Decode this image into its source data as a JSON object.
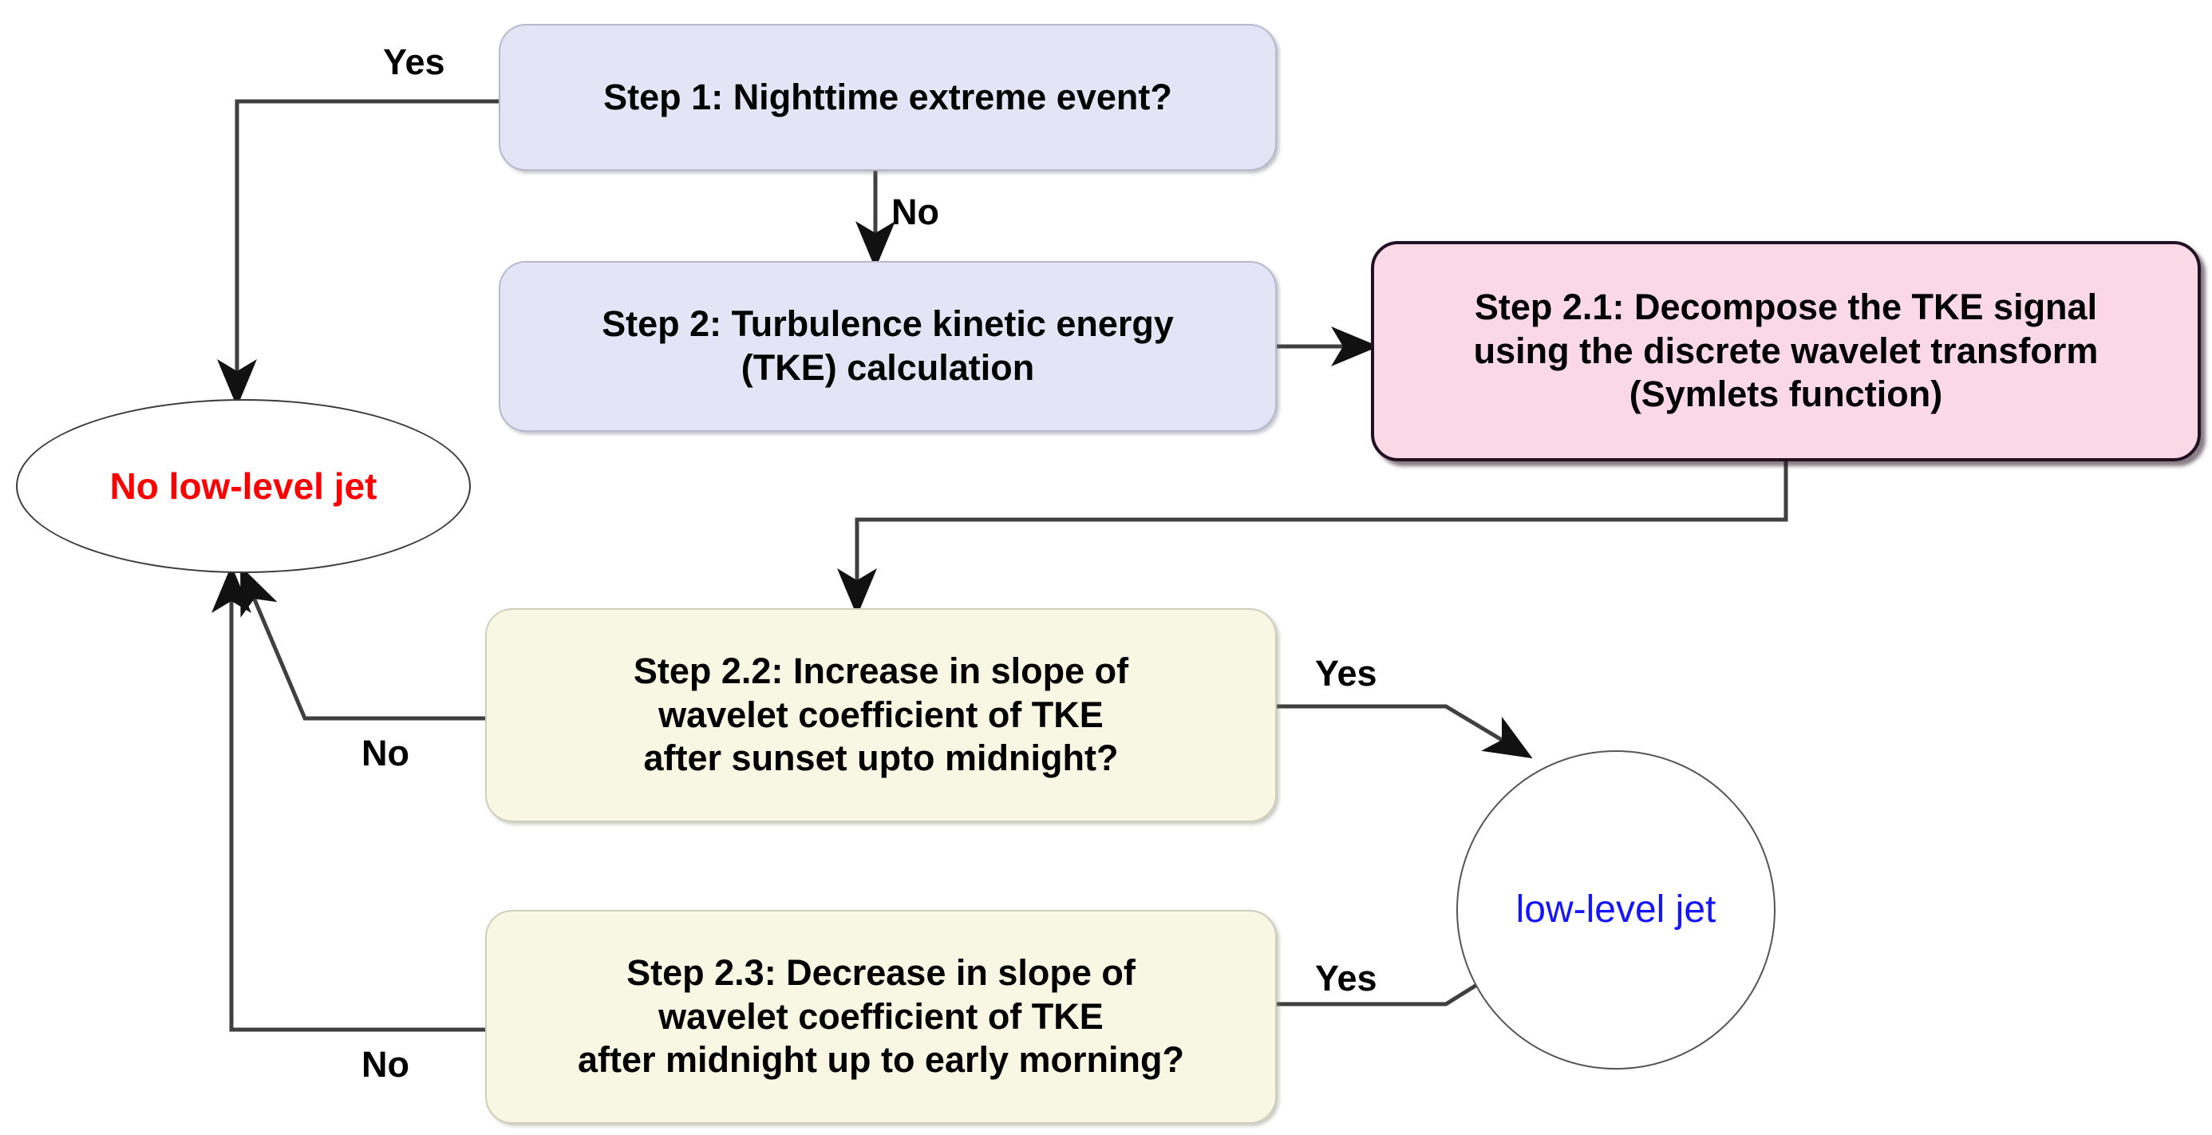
{
  "diagram": {
    "title": "Low-level jet detection flowchart",
    "colors": {
      "lavender_fill": "#e4e4f6",
      "pink_fill": "#fbd8e6",
      "cream_fill": "#f7f7e3",
      "no_jet_text": "#ff0000",
      "jet_text": "#1414ff",
      "edge_stroke": "#404040"
    },
    "nodes": {
      "step1": "Step 1: Nighttime extreme event?",
      "step2": "Step 2: Turbulence kinetic energy\n(TKE) calculation",
      "step2_1": "Step 2.1: Decompose the TKE signal\nusing the discrete wavelet transform\n(Symlets function)",
      "step2_2": "Step 2.2: Increase in slope of\nwavelet coefficient of TKE\nafter sunset upto midnight?",
      "step2_3": "Step 2.3: Decrease in slope of\nwavelet coefficient of TKE\nafter midnight up to early morning?",
      "no_low_level_jet": "No low-level jet",
      "low_level_jet": "low-level jet"
    },
    "edge_labels": {
      "step1_yes": "Yes",
      "step1_no": "No",
      "step2_2_yes": "Yes",
      "step2_2_no": "No",
      "step2_3_yes": "Yes",
      "step2_3_no": "No"
    }
  }
}
